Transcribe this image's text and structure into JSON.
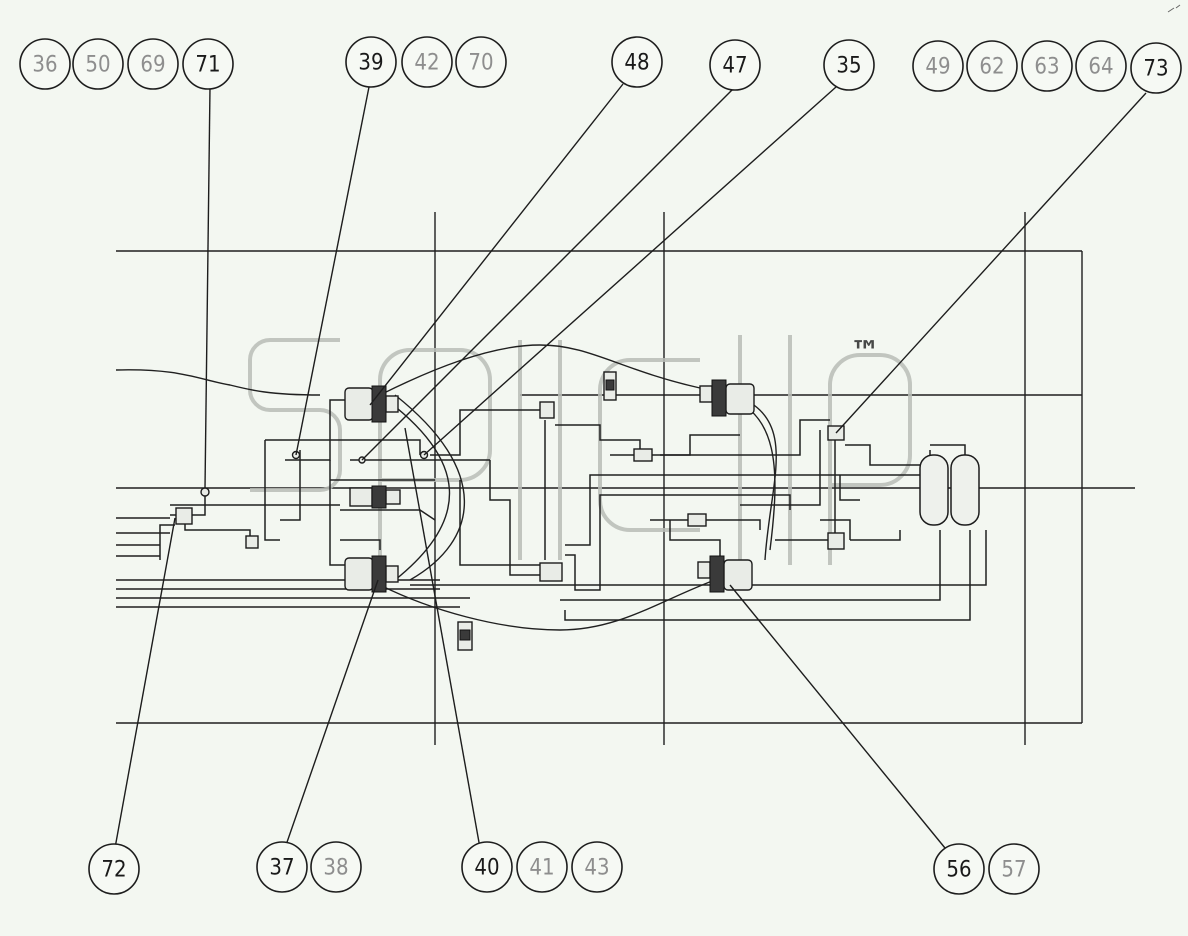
{
  "watermark": {
    "mark": "™"
  },
  "balloons": [
    {
      "id": "b36",
      "label": "36",
      "style": "secondary"
    },
    {
      "id": "b50",
      "label": "50",
      "style": "secondary"
    },
    {
      "id": "b69",
      "label": "69",
      "style": "secondary"
    },
    {
      "id": "b71",
      "label": "71",
      "style": "primary"
    },
    {
      "id": "b39",
      "label": "39",
      "style": "primary"
    },
    {
      "id": "b42",
      "label": "42",
      "style": "secondary"
    },
    {
      "id": "b70",
      "label": "70",
      "style": "secondary"
    },
    {
      "id": "b48",
      "label": "48",
      "style": "primary"
    },
    {
      "id": "b47",
      "label": "47",
      "style": "primary"
    },
    {
      "id": "b35",
      "label": "35",
      "style": "primary"
    },
    {
      "id": "b49",
      "label": "49",
      "style": "secondary"
    },
    {
      "id": "b62",
      "label": "62",
      "style": "secondary"
    },
    {
      "id": "b63",
      "label": "63",
      "style": "secondary"
    },
    {
      "id": "b64",
      "label": "64",
      "style": "secondary"
    },
    {
      "id": "b73",
      "label": "73",
      "style": "primary"
    },
    {
      "id": "b72",
      "label": "72",
      "style": "primary"
    },
    {
      "id": "b37",
      "label": "37",
      "style": "primary"
    },
    {
      "id": "b38",
      "label": "38",
      "style": "secondary"
    },
    {
      "id": "b40",
      "label": "40",
      "style": "primary"
    },
    {
      "id": "b41",
      "label": "41",
      "style": "secondary"
    },
    {
      "id": "b43",
      "label": "43",
      "style": "secondary"
    },
    {
      "id": "b56",
      "label": "56",
      "style": "primary"
    },
    {
      "id": "b57",
      "label": "57",
      "style": "secondary"
    }
  ]
}
